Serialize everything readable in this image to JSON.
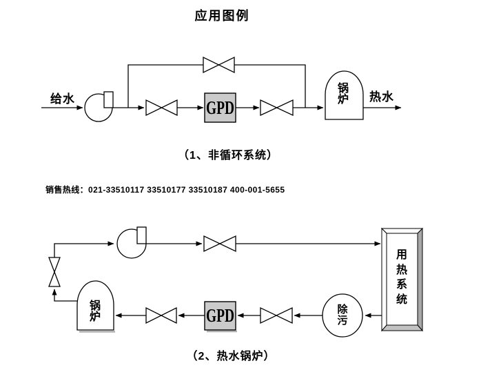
{
  "page": {
    "title": "应用图例",
    "hotline": "销售热线：021-33510117 33510177 33510187 400-001-5655"
  },
  "colors": {
    "line": "#000000",
    "gpd_fill": "#cbcbcb",
    "frame_side_fill": "#a8a8a8",
    "frame_bottom_fill": "#c2c2c2",
    "shadow": "#b0b0b0"
  },
  "diagram1": {
    "caption": "（1、非循环系统）",
    "inlet_label": "给水",
    "outlet_label": "热水",
    "gpd_label": "GPD",
    "boiler_label": "锅炉"
  },
  "diagram2": {
    "caption": "（2、热水锅炉）",
    "gpd_label": "GPD",
    "boiler_label": "锅炉",
    "strainer_label": "除污",
    "heat_system_label": "用热系统"
  }
}
